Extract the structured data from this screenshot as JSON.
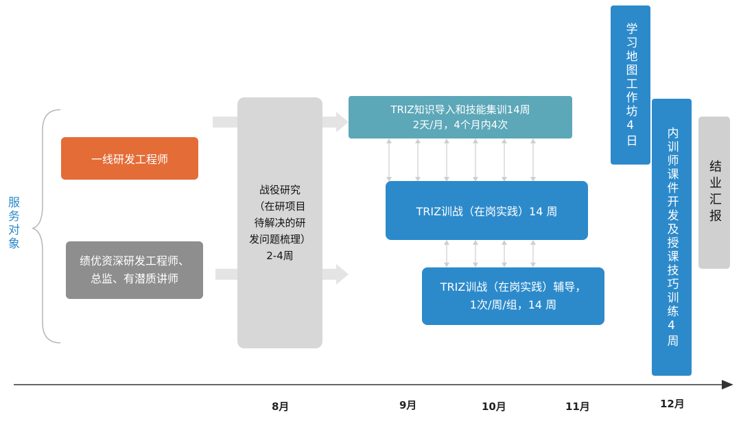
{
  "service_label": "服务对象",
  "audiences": [
    {
      "label": "一线研发工程师",
      "color": "#e46c37"
    },
    {
      "label": "绩优资深研发工程师、\n总监、有潜质讲师",
      "color": "#8e8e8e"
    }
  ],
  "phase1": {
    "text": "战役研究\n（在研项目\n待解决的研\n发问题梳理）\n2-4周",
    "color": "#d7d7d7"
  },
  "training_top": {
    "text": "TRIZ知识导入和技能集训14周\n2天/月，4个月内4次",
    "color": "#5ca7b8"
  },
  "practice_mid": {
    "text": "TRIZ训战（在岗实践）14 周",
    "color": "#2c8acb"
  },
  "practice_bottom": {
    "text": "TRIZ训战（在岗实践）辅导，\n1次/周/组，14 周",
    "color": "#2c8acb"
  },
  "workshop": {
    "text": "学习地图工作坊4日",
    "color": "#2c8acb"
  },
  "trainer_course": {
    "text": "内训师课件开发及授课技巧训练4周",
    "color": "#2c8acb"
  },
  "report": {
    "text": "结业汇报",
    "color": "#d0d0d0"
  },
  "months": [
    "8月",
    "9月",
    "10月",
    "11月",
    "12月"
  ]
}
